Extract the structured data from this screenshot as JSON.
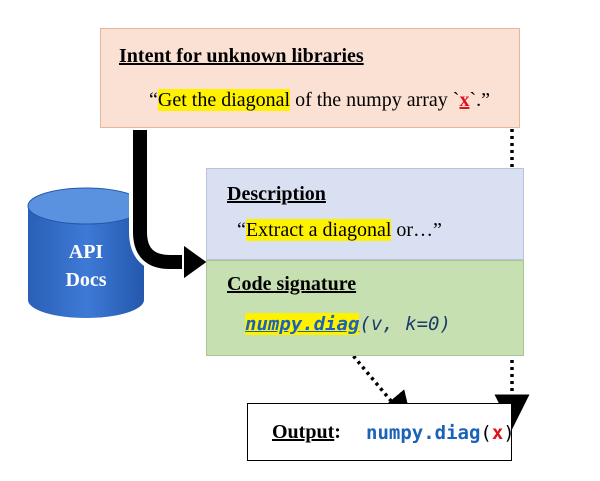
{
  "intent": {
    "title": "Intent for unknown libraries",
    "open_quote": "“",
    "highlight": "Get the diagonal",
    "middle": " of the numpy array `",
    "variable": "x",
    "close": "`.”"
  },
  "database": {
    "line1": "API",
    "line2": "Docs"
  },
  "description": {
    "title": "Description",
    "open_quote": "“",
    "highlight": "Extract a diagonal",
    "rest": "  or…”"
  },
  "signature": {
    "title": "Code signature",
    "function": "numpy.diag",
    "args": "(v, k=0)"
  },
  "output": {
    "label": "Output",
    "colon": ":",
    "function": "numpy.diag",
    "open_paren": "(",
    "variable": "x",
    "close_paren": ")"
  },
  "colors": {
    "highlight": "#fff200",
    "variable": "#e0121b",
    "code_blue": "#1a63b8",
    "intent_bg": "#fbe1d3",
    "description_bg": "#d8e0f2",
    "signature_bg": "#c7e0b2",
    "database_blue": "#2f6bc4"
  }
}
